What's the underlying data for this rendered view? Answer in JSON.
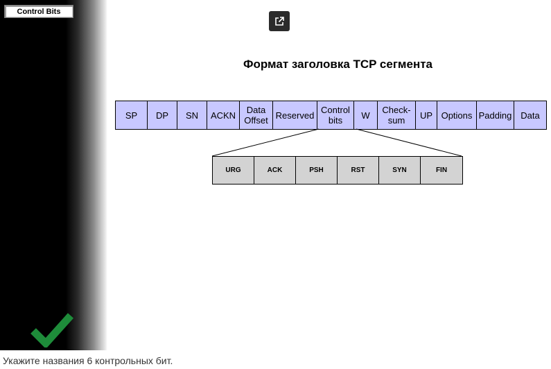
{
  "sidebar": {
    "tag_label": "Control Bits"
  },
  "diagram": {
    "title": "Формат заголовка TCP сегмента",
    "segments": [
      {
        "label": "SP",
        "w": 46
      },
      {
        "label": "DP",
        "w": 43
      },
      {
        "label": "SN",
        "w": 43
      },
      {
        "label": "ACKN",
        "w": 47
      },
      {
        "label": "Data Offset",
        "w": 48
      },
      {
        "label": "Reserved",
        "w": 64
      },
      {
        "label": "Control bits",
        "w": 53
      },
      {
        "label": "W",
        "w": 34
      },
      {
        "label": "Check-sum",
        "w": 55
      },
      {
        "label": "UP",
        "w": 31
      },
      {
        "label": "Options",
        "w": 57
      },
      {
        "label": "Padding",
        "w": 54
      },
      {
        "label": "Data",
        "w": 46
      }
    ],
    "control_bits": [
      "URG",
      "ACK",
      "PSH",
      "RST",
      "SYN",
      "FIN"
    ]
  },
  "question": {
    "text": "Укажите названия 6 контрольных бит."
  },
  "colors": {
    "segment_fill": "#c8c8ff",
    "bit_fill": "#d3d3d3",
    "check": "#1e8c3a"
  },
  "icons": {
    "external": "external-link-icon",
    "check": "checkmark-icon"
  }
}
